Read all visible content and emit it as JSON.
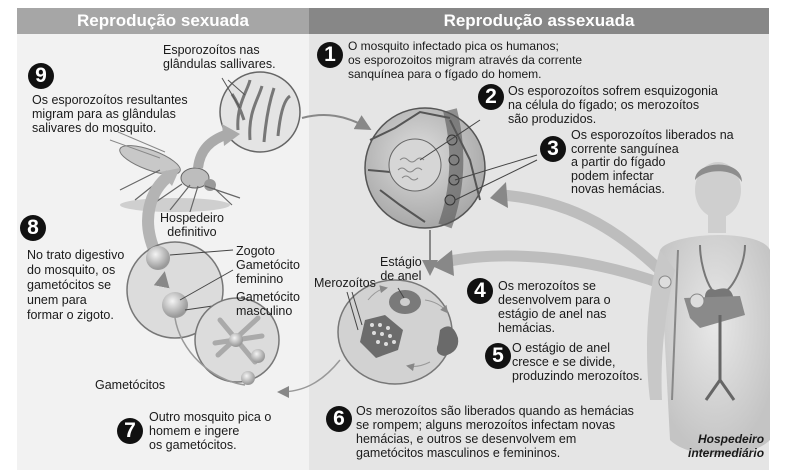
{
  "headers": {
    "sexual": "Reprodução sexuada",
    "asexual": "Reprodução assexuada"
  },
  "steps": [
    {
      "number": "1",
      "text": "O mosquito infectado pica os humanos;\nos esporozoitos migram através da corrente\nsanquínea para o fígado do homem."
    },
    {
      "number": "2",
      "text": "Os esporozoítos sofrem esquizogonia\nna célula do fígado; os merozoítos\nsão produzidos."
    },
    {
      "number": "3",
      "text": "Os esporozoítos liberados na\ncorrente sanguínea\na partir do fígado\npodem infectar\nnovas hemácias."
    },
    {
      "number": "4",
      "text": "Os merozoítos se\ndesenvolvem para o\nestágio de anel nas\nhemácias."
    },
    {
      "number": "5",
      "text": "O estágio de anel\ncresce e se divide,\nproduzindo merozoítos."
    },
    {
      "number": "6",
      "text": "Os merozoítos são liberados quando as hemácias\nse rompem; alguns merozoítos infectam novas\nhemácias, e outros se desenvolvem em\ngametócitos masculinos e femininos."
    },
    {
      "number": "7",
      "text": "Outro mosquito pica o\nhomem e ingere\nos gametócitos."
    },
    {
      "number": "8",
      "text": "No trato digestivo\ndo mosquito, os\ngametócitos se\nunem para\nformar o zigoto."
    },
    {
      "number": "9",
      "text": "Os esporozoítos resultantes\nmigram para as glândulas\nsalivares do mosquito."
    }
  ],
  "labels": {
    "salivary": "Esporozoítos nas\nglândulas sallivares.",
    "definitive_host": "Hospedeiro\ndefinitivo",
    "zygote": "Zogoto",
    "female_gametocyte": "Gametócito\nfeminino",
    "male_gametocyte": "Gametócito\nmasculino",
    "gametocytes": "Gametócitos",
    "merozoites": "Merozoítos",
    "ring_stage": "Estágio\nde anel",
    "intermediate_host": "Hospedeiro\nintermediário"
  }
}
